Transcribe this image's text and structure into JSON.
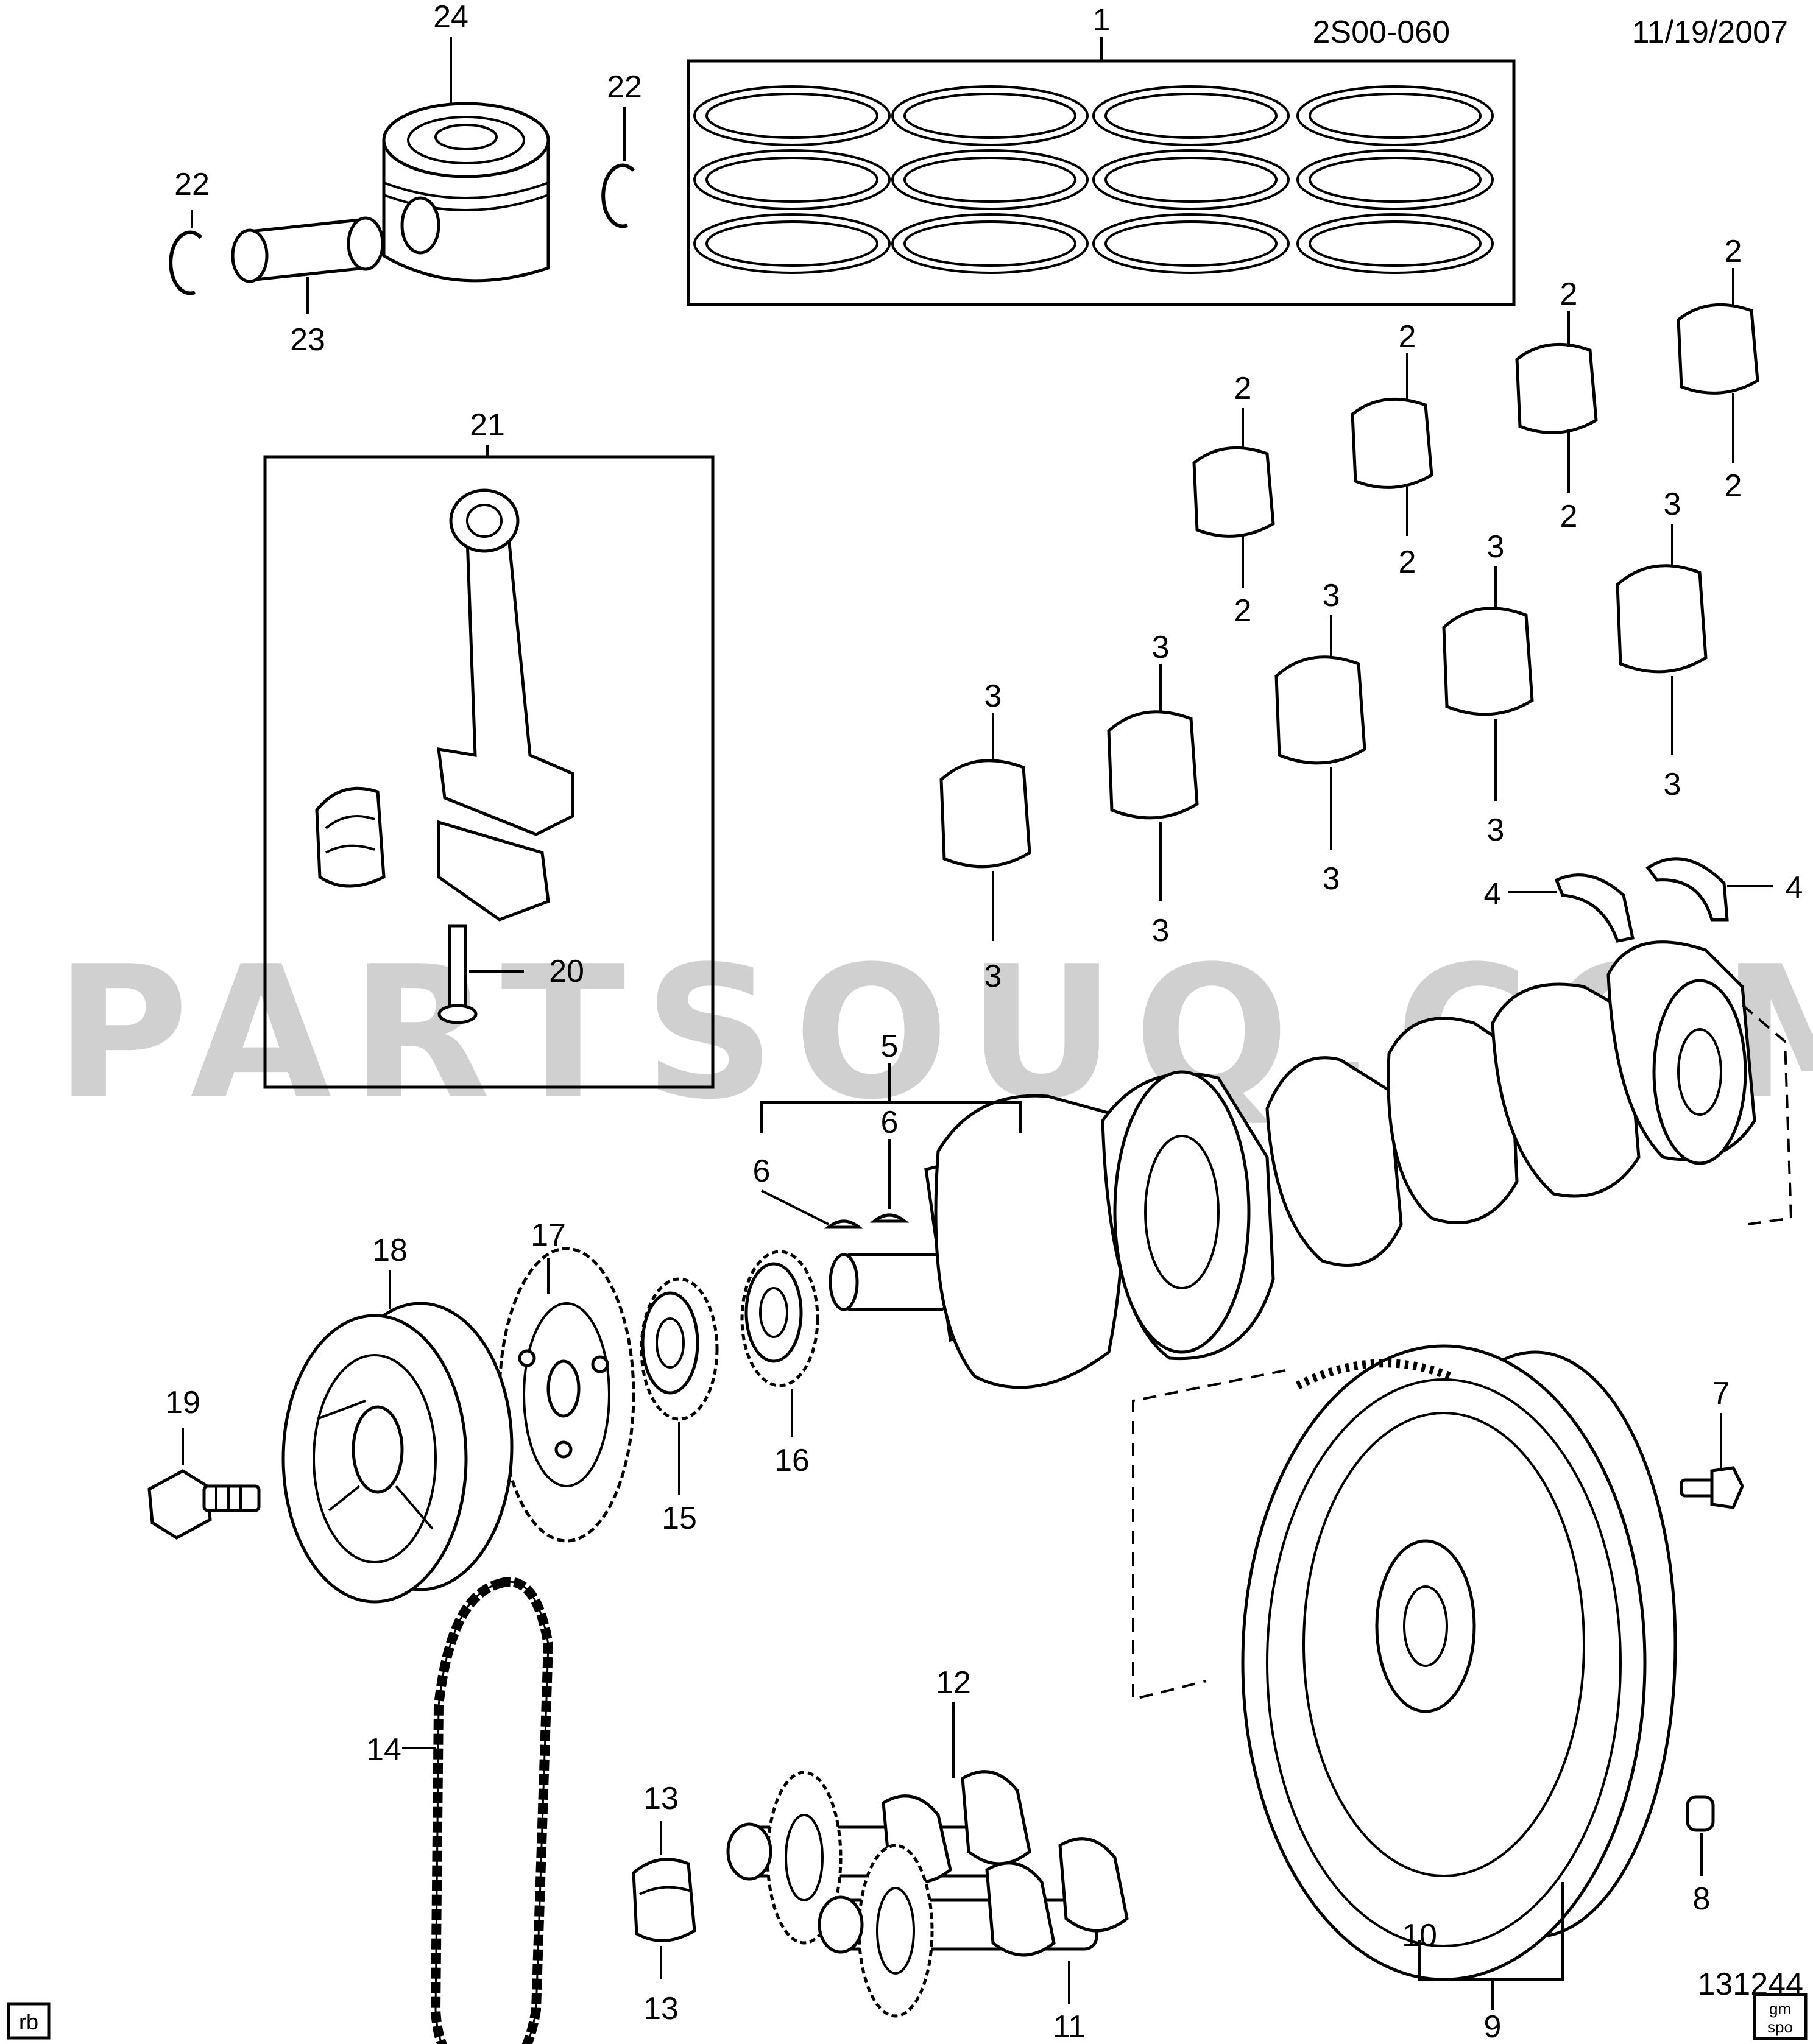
{
  "header": {
    "diagram_code": "2S00-060",
    "date": "11/19/2007"
  },
  "watermark": "PARTSOUQ.COM",
  "footer": {
    "illustration_number": "131244",
    "author_tag": "rb",
    "logo_line1": "gm",
    "logo_line2": "spo"
  },
  "callouts": {
    "c1": "1",
    "c2a": "2",
    "c2b": "2",
    "c2c": "2",
    "c2d": "2",
    "c2e": "2",
    "c2f": "2",
    "c2g": "2",
    "c2h": "2",
    "c3a": "3",
    "c3b": "3",
    "c3c": "3",
    "c3d": "3",
    "c3e": "3",
    "c3f": "3",
    "c3g": "3",
    "c3h": "3",
    "c3i": "3",
    "c3j": "3",
    "c4a": "4",
    "c4b": "4",
    "c5": "5",
    "c6a": "6",
    "c6b": "6",
    "c7": "7",
    "c8": "8",
    "c9": "9",
    "c10": "10",
    "c11": "11",
    "c12": "12",
    "c13a": "13",
    "c13b": "13",
    "c14": "14",
    "c15": "15",
    "c16": "16",
    "c17": "17",
    "c18": "18",
    "c19": "19",
    "c20": "20",
    "c21": "21",
    "c22a": "22",
    "c22b": "22",
    "c23": "23",
    "c24": "24"
  }
}
